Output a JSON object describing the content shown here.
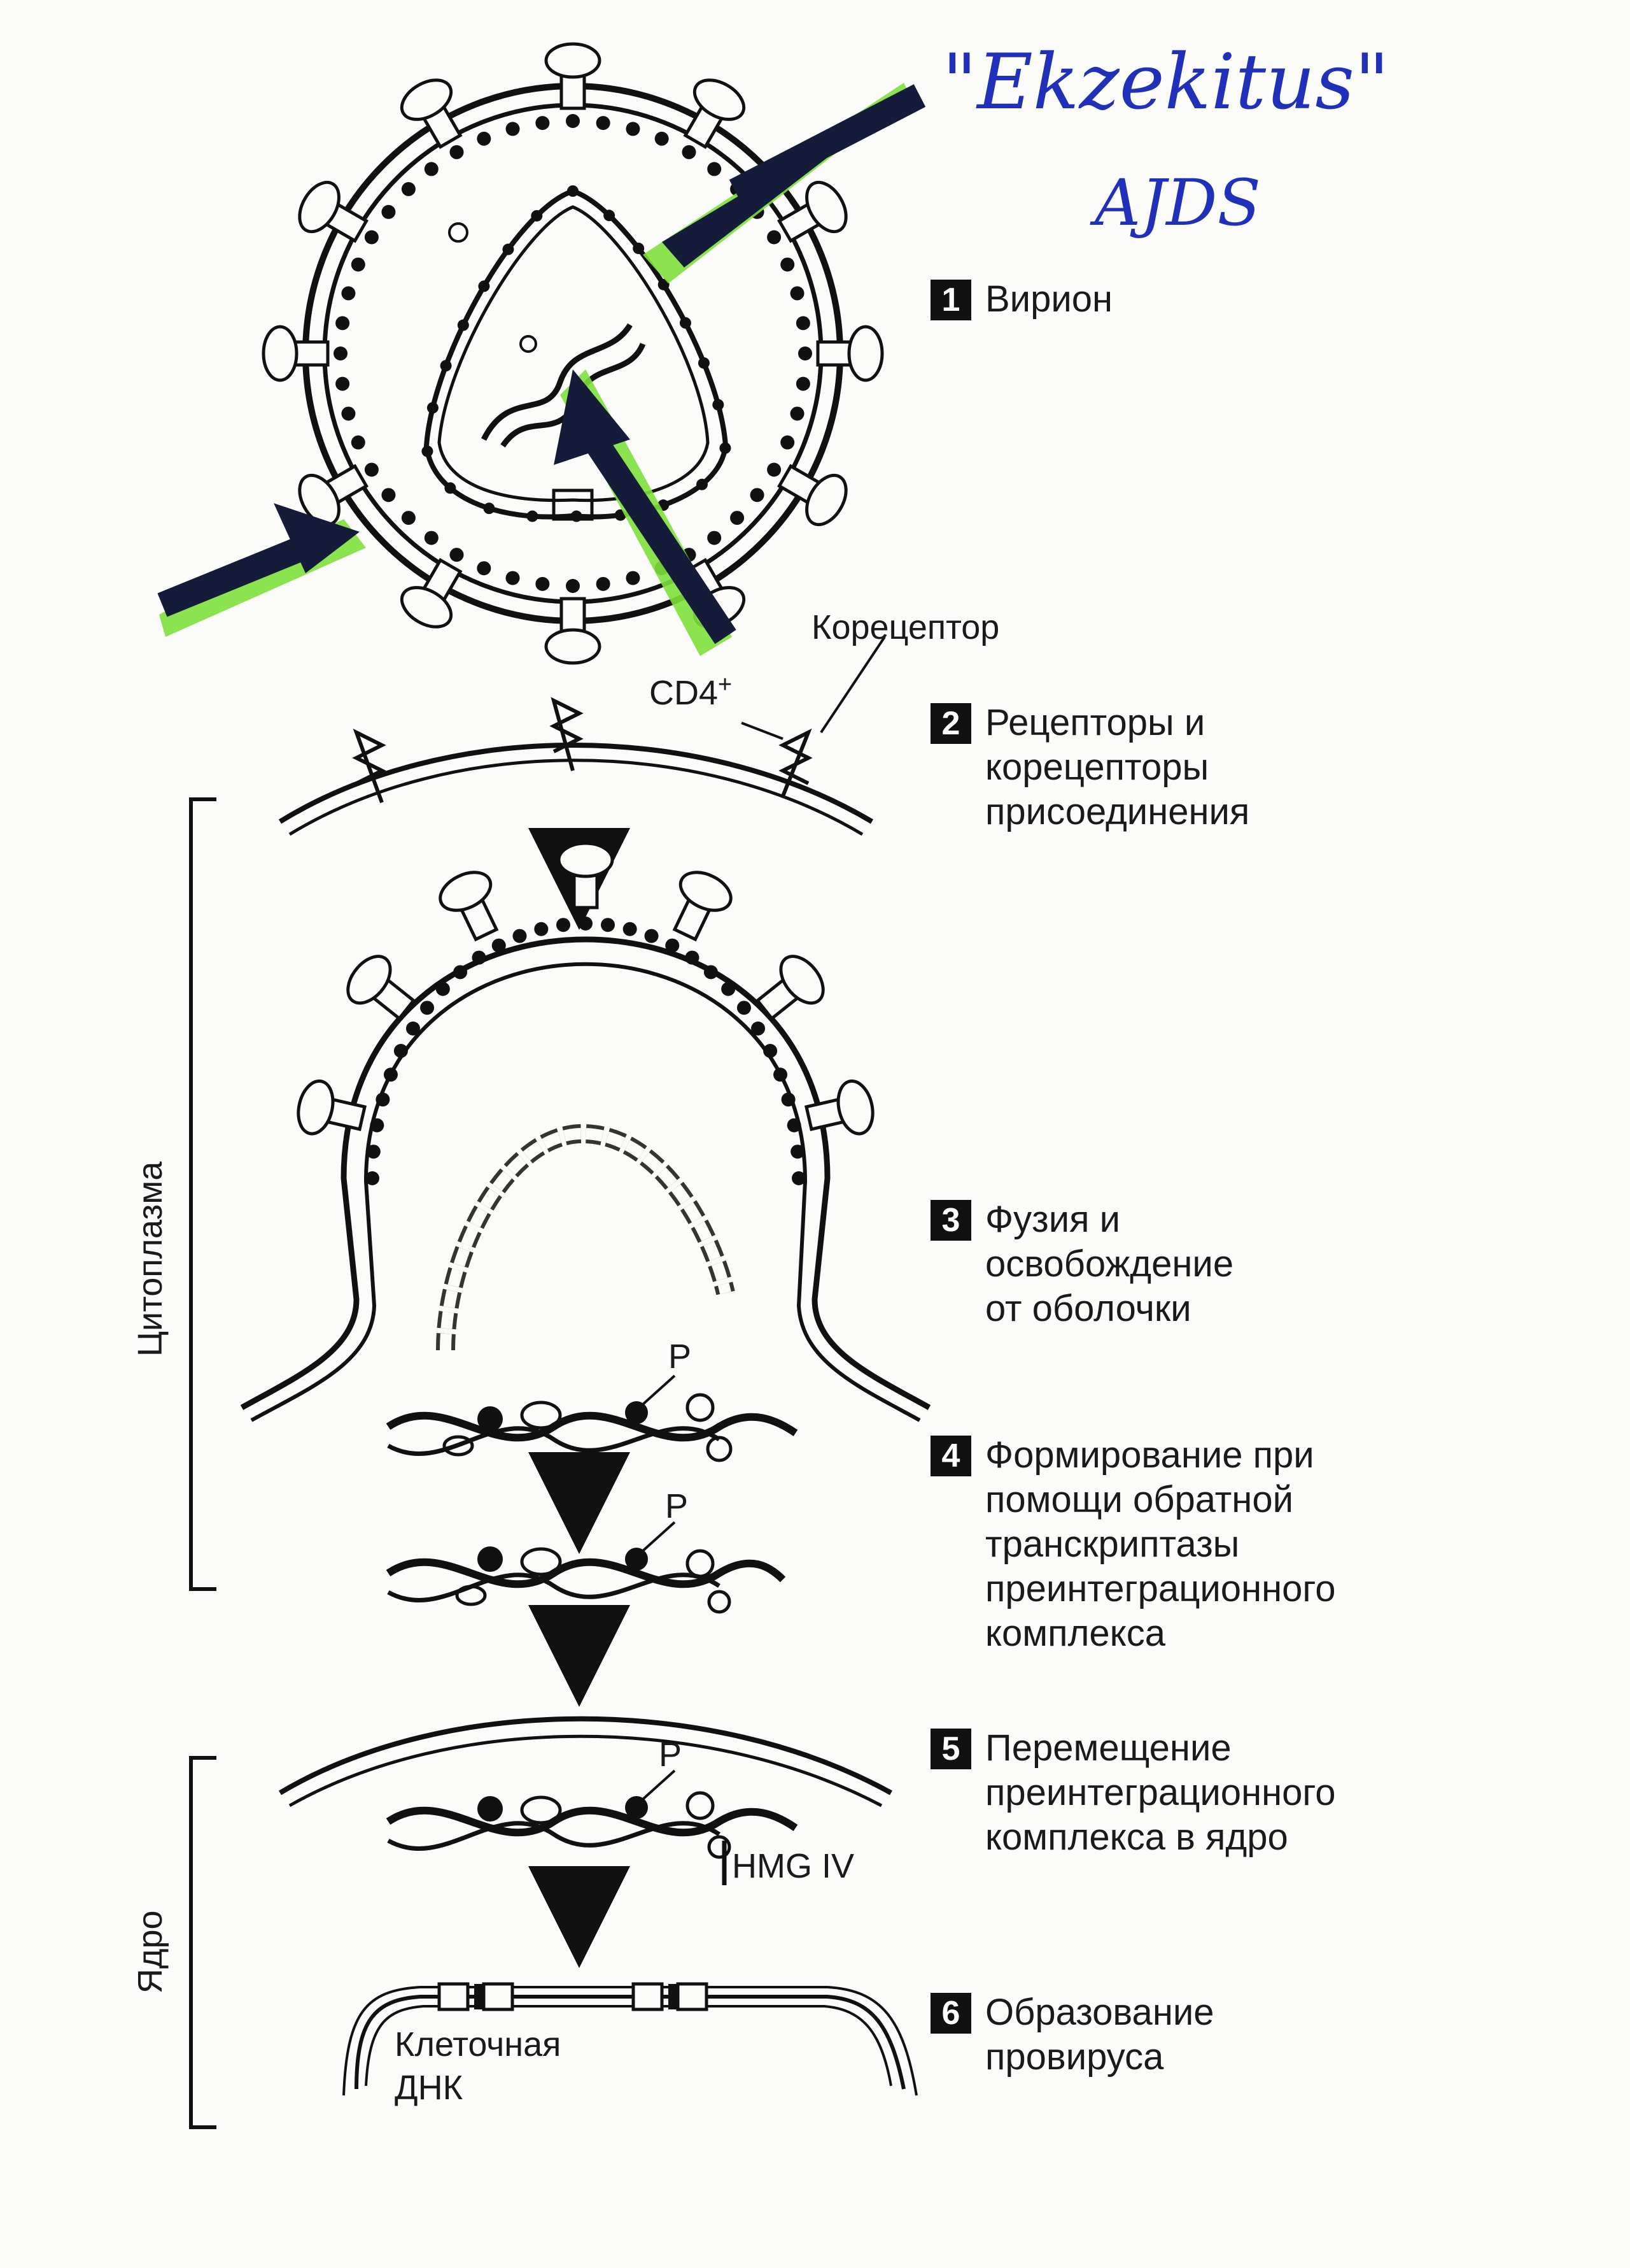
{
  "handwriting": {
    "title": "\"Ekzekitus\"",
    "subtitle": "AJDS"
  },
  "steps": [
    {
      "num": "1",
      "text": "Вирион"
    },
    {
      "num": "2",
      "text": "Рецепторы и\nкорецепторы\nприсоединения"
    },
    {
      "num": "3",
      "text": "Фузия и\nосвобождение\nот оболочки"
    },
    {
      "num": "4",
      "text": "Формирование при\nпомощи обратной\nтранскриптазы\nпреинтеграционного\nкомплекса"
    },
    {
      "num": "5",
      "text": "Перемещение\nпреинтеграционного\nкомплекса в ядро"
    },
    {
      "num": "6",
      "text": "Образование\nпровируса"
    }
  ],
  "labels": {
    "coreceptor": "Корецептор",
    "cd4": "CD4",
    "cd4_sup": "+",
    "p1": "P",
    "p2": "P",
    "p3": "P",
    "hmg": "HMG IV",
    "cell_dna_1": "Клеточная",
    "cell_dna_2": "ДНК"
  },
  "regions": {
    "cytoplasm": "Цитоплазма",
    "nucleus": "Ядро"
  },
  "colors": {
    "highlight": "#7de03c",
    "marker": "#141c3a",
    "ink": "#2130b8"
  }
}
